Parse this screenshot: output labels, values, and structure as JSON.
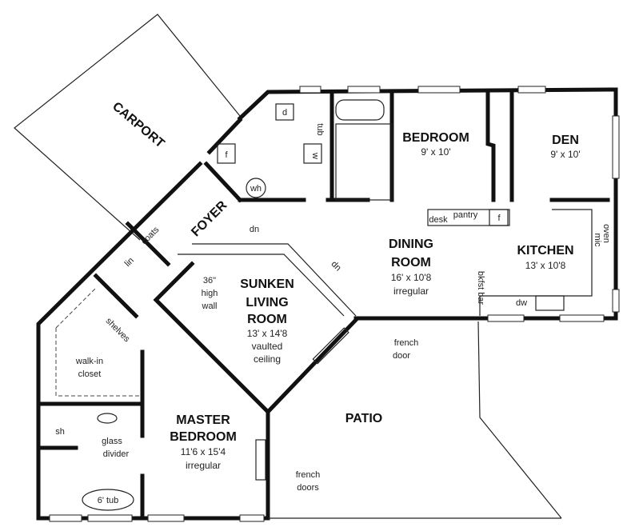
{
  "rooms": {
    "carport": {
      "name": "CARPORT"
    },
    "foyer": {
      "name": "FOYER"
    },
    "bedroom": {
      "name": "BEDROOM",
      "size": "9' x 10'"
    },
    "den": {
      "name": "DEN",
      "size": "9' x 10'"
    },
    "dining": {
      "name1": "DINING",
      "name2": "ROOM",
      "size": "16' x 10'8",
      "note": "irregular"
    },
    "kitchen": {
      "name": "KITCHEN",
      "size": "13' x 10'8"
    },
    "living": {
      "name1": "SUNKEN",
      "name2": "LIVING",
      "name3": "ROOM",
      "size": "13' x 14'8",
      "note1": "vaulted",
      "note2": "ceiling"
    },
    "master": {
      "name1": "MASTER",
      "name2": "BEDROOM",
      "size": "11'6 x 15'4",
      "note": "irregular"
    },
    "patio": {
      "name": "PATIO"
    }
  },
  "labels": {
    "dryer": "d",
    "tub_small": "tub",
    "washer": "w",
    "water_heater": "wh",
    "freezer": "f",
    "fridge": "f",
    "coats": "coats",
    "linen": "lin",
    "dn1": "dn",
    "dn2": "dn",
    "high_wall1": "36\"",
    "high_wall2": "high",
    "high_wall3": "wall",
    "shelves": "shelves",
    "walkin1": "walk-in",
    "walkin2": "closet",
    "shower": "sh",
    "glass1": "glass",
    "glass2": "divider",
    "tub": "6' tub",
    "french_door1": "french",
    "french_door2": "door",
    "french_doors1": "french",
    "french_doors2": "doors",
    "desk": "desk",
    "pantry": "pantry",
    "oven": "oven",
    "mic": "mic",
    "bkfst_bar": "bkfst bar",
    "dishwasher": "dw"
  }
}
